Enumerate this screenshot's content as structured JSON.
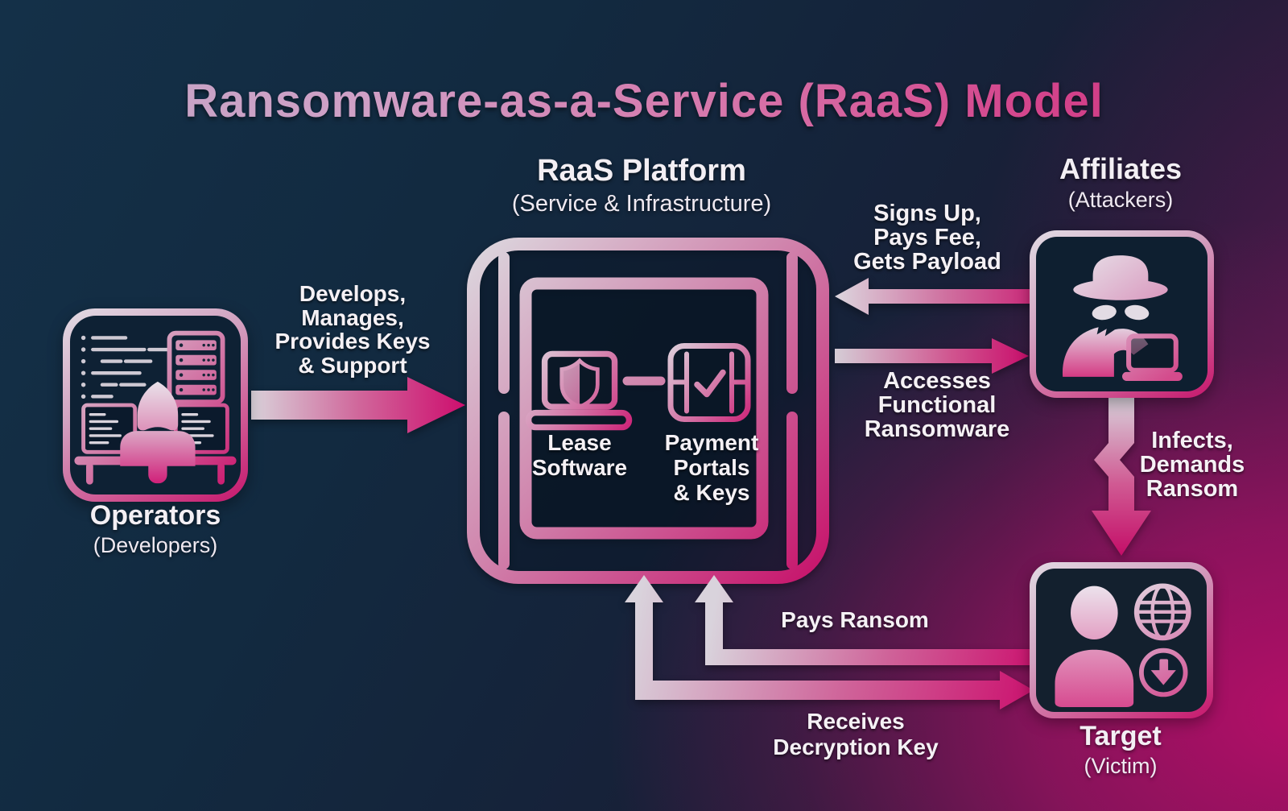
{
  "title": "Ransomware-as-a-Service (RaaS) Model",
  "nodes": {
    "operators": {
      "title": "Operators",
      "subtitle": "(Developers)",
      "icon": "developer-workstation-icon"
    },
    "platform": {
      "title": "RaaS Platform",
      "subtitle": "(Service & Infrastructure)",
      "services": [
        {
          "icon": "laptop-shield-icon",
          "lines": [
            "Lease",
            "Software"
          ]
        },
        {
          "icon": "payment-portal-icon",
          "lines": [
            "Payment",
            "Portals",
            "& Keys"
          ]
        }
      ]
    },
    "affiliates": {
      "title": "Affiliates",
      "subtitle": "(Attackers)",
      "icon": "hacker-spy-icon"
    },
    "target": {
      "title": "Target",
      "subtitle": "(Victim)",
      "icon": "victim-user-icon"
    }
  },
  "edges": {
    "develops_manages": {
      "from": "Operators",
      "to": "RaaS Platform",
      "lines": [
        "Develops,",
        "Manages,",
        "Provides Keys",
        "& Support"
      ]
    },
    "signs_up": {
      "from": "Affiliates",
      "to": "RaaS Platform",
      "lines": [
        "Signs Up,",
        "Pays Fee,",
        "Gets Payload"
      ]
    },
    "accesses": {
      "from": "RaaS Platform",
      "to": "Affiliates",
      "lines": [
        "Accesses",
        "Functional",
        "Ransomware"
      ]
    },
    "infects": {
      "from": "Affiliates",
      "to": "Target",
      "lines": [
        "Infects,",
        "Demands",
        "Ransom"
      ]
    },
    "pays_ransom": {
      "from": "Target",
      "to": "RaaS Platform",
      "lines": [
        "Pays Ransom"
      ]
    },
    "receives_key": {
      "from": "RaaS Platform",
      "to": "Target",
      "lines": [
        "Receives",
        "Decryption Key"
      ]
    }
  },
  "colors": {
    "background_navy": "#13293d",
    "background_magenta": "#9c1464",
    "accent_silver": "#dcd6de",
    "accent_pink": "#cb1570",
    "text_white": "#f4f0f4",
    "title_gradient_start": "#c2a6c6",
    "title_gradient_end": "#c92e7e"
  }
}
